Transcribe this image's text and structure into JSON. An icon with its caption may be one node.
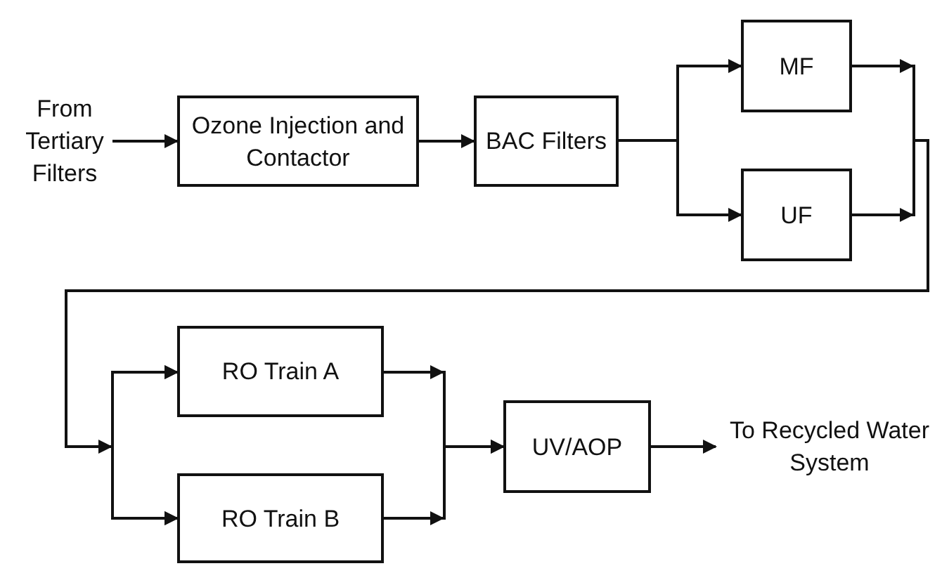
{
  "diagram": {
    "nodes": [
      {
        "text": [
          "From Tertiary Filters"
        ]
      },
      {
        "text": [
          "Ozone Injection and Contactor"
        ]
      },
      {
        "text": [
          "BAC Filters"
        ]
      },
      {
        "text": [
          "MF"
        ]
      },
      {
        "text": [
          "UF"
        ]
      },
      {
        "text": [
          "RO Train A"
        ]
      },
      {
        "text": [
          "RO Train B"
        ]
      },
      {
        "text": [
          "UV/AOP"
        ]
      },
      {
        "text": [
          "To Recycled Water System"
        ]
      }
    ],
    "edges": [
      {
        "from": 0,
        "to": 1,
        "arrow": "to"
      },
      {
        "from": 1,
        "to": 2,
        "arrow": "to"
      },
      {
        "from": 2,
        "to": 3,
        "arrow": "to"
      },
      {
        "from": 2,
        "to": 4,
        "arrow": "to"
      },
      {
        "from": 3,
        "to": 5,
        "arrow": "to"
      },
      {
        "from": 3,
        "to": 6,
        "arrow": "to"
      },
      {
        "from": 4,
        "to": 5,
        "arrow": "to"
      },
      {
        "from": 4,
        "to": 6,
        "arrow": "to"
      },
      {
        "from": 5,
        "to": 7,
        "arrow": "to"
      },
      {
        "from": 6,
        "to": 7,
        "arrow": "to"
      },
      {
        "from": 7,
        "to": 8,
        "arrow": "to"
      }
    ]
  }
}
